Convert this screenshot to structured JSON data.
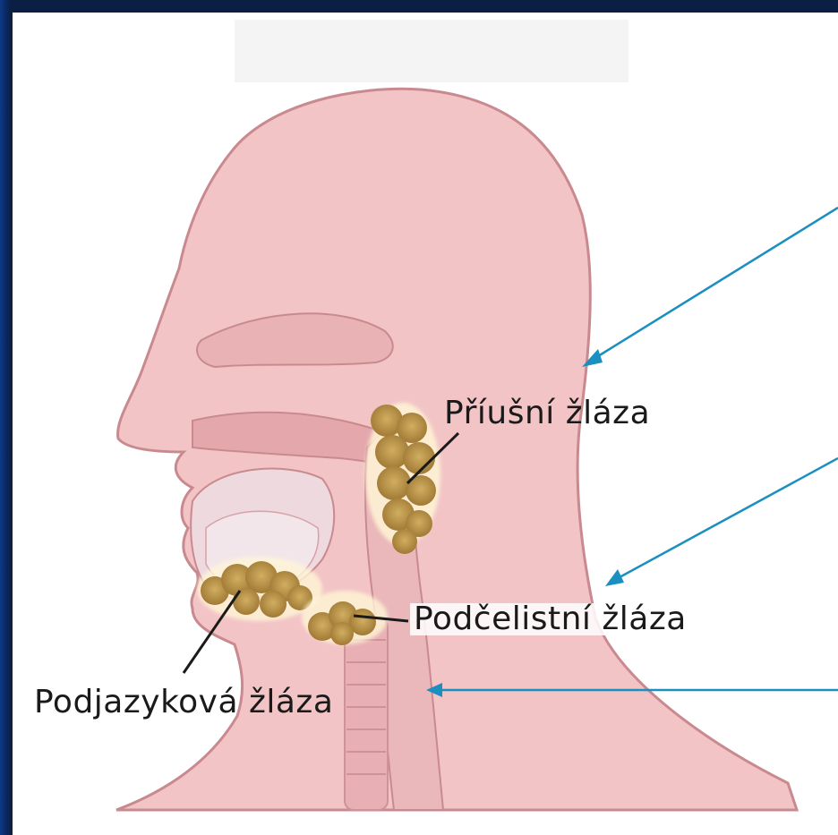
{
  "diagram": {
    "labels": {
      "parotid": "Příušní žláza",
      "submandibular": "Podčelistní žláza",
      "sublingual": "Podjazyková žláza"
    },
    "colors": {
      "background": "#0b1f45",
      "skin": "#f2c4c6",
      "outline": "#c98a8f",
      "gland": "#b28a3c",
      "arrow": "#1a8fc0"
    }
  }
}
